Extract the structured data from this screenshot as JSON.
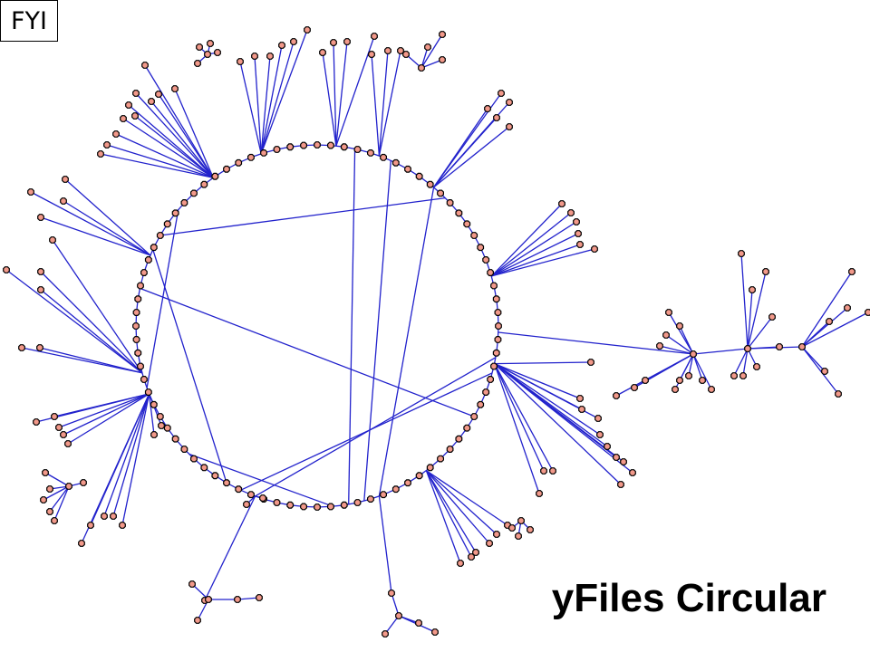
{
  "badge": {
    "label": "FYI"
  },
  "title": "yFiles Circular",
  "colors": {
    "edge": "#2222cc",
    "node_fill": "#f2998a",
    "node_stroke": "#000000",
    "background": "#ffffff"
  },
  "node_shape": "octagon-circle"
}
